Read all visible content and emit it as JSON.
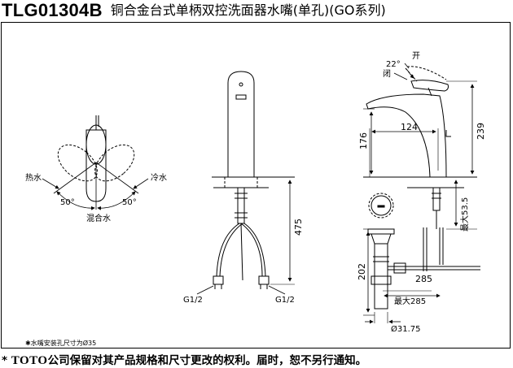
{
  "header": {
    "model": "TLG01304B",
    "product_name": "铜合金台式单柄双控洗面器水嘴(单孔)(GO系列)"
  },
  "top_view": {
    "hot_label": "热水",
    "cold_label": "冷水",
    "mix_label": "混合水",
    "angle_left": "50°",
    "angle_right": "50°"
  },
  "front_view": {
    "dim_height": "475",
    "inlet_left": "G1/2",
    "inlet_right": "G1/2"
  },
  "side_view": {
    "open_label": "开",
    "close_label": "闭",
    "angle": "22°",
    "dim_reach": "124",
    "dim_spout_height": "176",
    "dim_total_height": "239",
    "dim_deck_max": "最大53.5"
  },
  "drain": {
    "dim_height": "202",
    "dim_rod": "285",
    "dim_rod_max": "最大285",
    "dim_diameter": "Ø31.75"
  },
  "note": "水嘴安装孔尺寸为Ø35",
  "footer": {
    "star": "*",
    "brand": "TOTO",
    "text": "公司保留对其产品规格和尺寸更改的权利。届时，恕不另行通知。"
  }
}
